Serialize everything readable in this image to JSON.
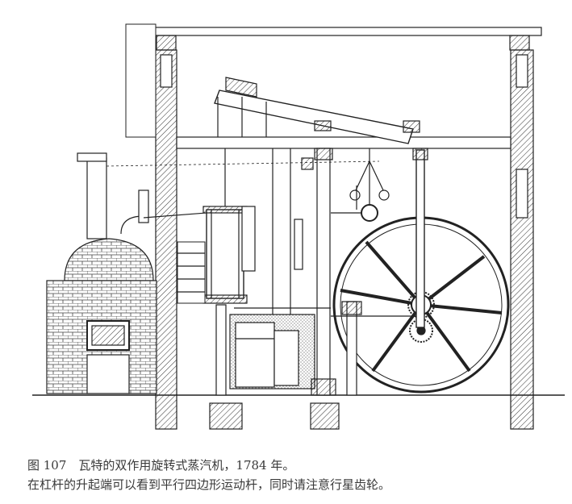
{
  "caption": {
    "line1": "图 107　瓦特的双作用旋转式蒸汽机，1784 年。",
    "line2": "在杠杆的升起端可以看到平行四边形运动杆，同时请注意行星齿轮。"
  },
  "figure": {
    "subject": "steam-engine-engraving",
    "ink_color": "#222222",
    "paper_color": "#ffffff"
  }
}
